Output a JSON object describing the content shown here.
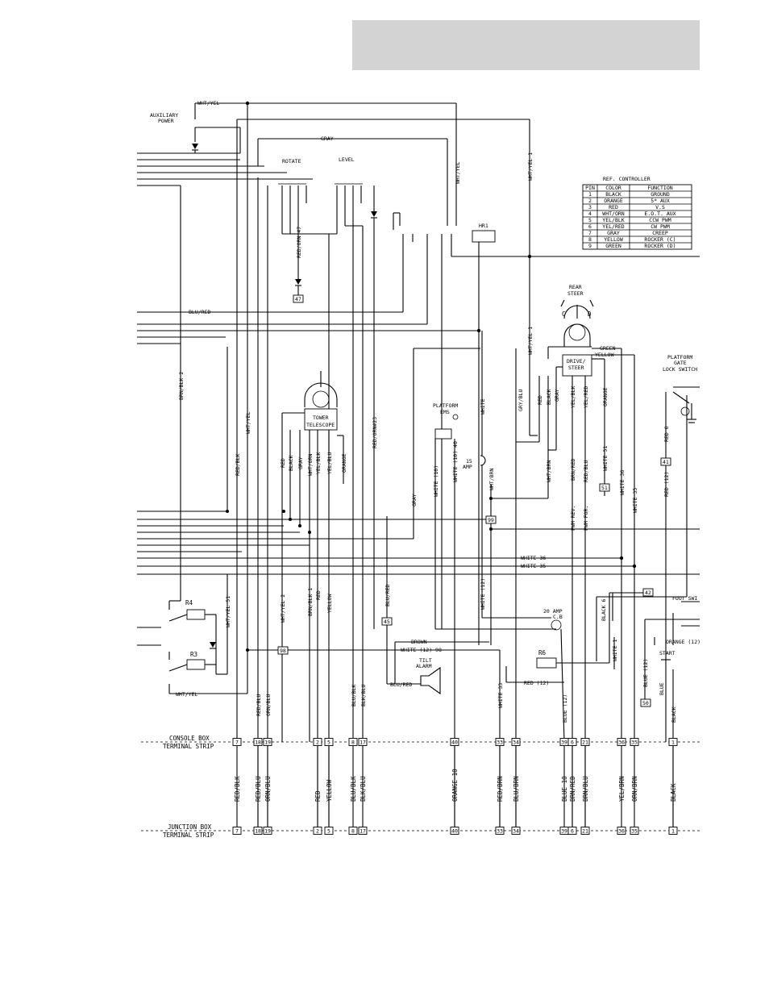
{
  "header": {
    "fill": "#d3d3d3"
  },
  "labels": {
    "aux_power": [
      "AUXILIARY",
      "POWER"
    ],
    "rotate": "ROTATE",
    "level": "LEVEL",
    "hr1": "HR1",
    "rear_steer": [
      "REAR",
      "STEER"
    ],
    "drive_steer": [
      "DRIVE/",
      "STEER"
    ],
    "tower_telescope": [
      "TOWER",
      "TELESCOPE"
    ],
    "platform_ems": [
      "PLATFORM",
      "EMS"
    ],
    "amp15": [
      "15",
      "AMP"
    ],
    "amp20": [
      "20 AMP",
      "C.B"
    ],
    "platform_gate": [
      "PLATFORM",
      "GATE",
      "LOCK SWITCH"
    ],
    "foot_switch": "FOOT SWI",
    "start": "START",
    "tilt_alarm": [
      "TILT",
      "ALARM"
    ],
    "r4": "R4",
    "r3": "R3",
    "r6": "R6",
    "console_box": [
      "CONSOLE BOX",
      "TERMINAL STRIP"
    ],
    "junction_box": [
      "JUNCTION BOX",
      "TERMINAL STRIP"
    ],
    "c": "C",
    "d": "D"
  },
  "wires": {
    "wht_yel": "WHT/YEL",
    "gray": "GRAY",
    "wht_yel_1": "WHT/YEL 1",
    "red_orn_47": "RED/ORN 47",
    "blu_red": "BLU/RED",
    "brn_blk_2": "BRN/BLK 2",
    "red_blk": "RED/BLK",
    "red_orn_23": "RED/ORN#23",
    "green": "GREEN",
    "yellow": "YELLOW",
    "gry_blu": "GRY/BLU",
    "red": "RED",
    "black": "BLACK",
    "yel_blk": "YEL/BLK",
    "yel_red": "YEL/RED",
    "orange": "ORANGE",
    "white": "WHITE",
    "white_10": "WHITE (10)",
    "white_10_40": "WHITE (10) 40",
    "wht_brn": "WHT/BRN",
    "brn_red": "BRN/RED",
    "red_blu": "RED/BLU",
    "white_51": "WHITE 51",
    "white_36": "WHITE 36",
    "white_35": "WHITE 35",
    "red_6": "RED 6",
    "red_12": "RED (12)",
    "pwm_rev": "PWM REV.",
    "pwm_for": "PWM FOR.",
    "wht_orn": "WHT/ORN",
    "yel_blu": "YEL/BLU",
    "wht_yel_51": "WHT/YEL 51",
    "wht_yel_2": "WHT/YEL 2",
    "brn_blk_1": "BRN/BLK 1",
    "white_12": "WHITE (12)",
    "black_6": "BLACK 6",
    "white_1": "WHITE 1",
    "blue_12": "BLUE (12)",
    "blue": "BLUE",
    "orange_12": "ORANGE (12)",
    "brown": "BROWN",
    "white_12_98": "WHITE (12) 98",
    "blu_red_2": "BLU/RED",
    "white_33": "WHITE 33",
    "blue_12b": "BLUE (12)",
    "red_12b": "RED (12)",
    "red_blu_b": "RED/BLU",
    "orn_blu": "ORN/BLU",
    "blu_blk": "BLU/BLK",
    "blk_blu": "BLK/BLU"
  },
  "terminals_num": {
    "t47": "47",
    "t98": "98",
    "t45": "45",
    "t99": "99",
    "t41": "41",
    "t42": "42",
    "t50": "50",
    "t51": "51"
  },
  "controller_table": {
    "title": "REF.  CONTROLLER",
    "headers": [
      "PIN",
      "COLOR",
      "FUNCTION"
    ],
    "rows": [
      [
        "1",
        "BLACK",
        "GROUND"
      ],
      [
        "2",
        "ORANGE",
        "5* AUX"
      ],
      [
        "3",
        "RED",
        "V.S"
      ],
      [
        "4",
        "WHT/ORN",
        "E.O.T. AUX"
      ],
      [
        "5",
        "YEL/BLK",
        "CCW PWM"
      ],
      [
        "6",
        "YEL/RED",
        "CW PWM"
      ],
      [
        "7",
        "GRAY",
        "CREEP"
      ],
      [
        "8",
        "YELLOW",
        "ROCKER (C)"
      ],
      [
        "9",
        "GREEN",
        "ROCKER (D)"
      ]
    ]
  },
  "terminal_strip": {
    "numbers": [
      "7",
      "18",
      "19",
      "2",
      "5",
      "8",
      "17",
      "40",
      "33",
      "34",
      "39",
      "6",
      "21",
      "36",
      "35",
      "1"
    ],
    "colors": [
      "RED/BLK",
      "RED/BLU",
      "ORN/BLU",
      "RED",
      "YELLOW",
      "BLU/BLK",
      "BLK/BLU",
      "ORANGE 10",
      "RED/BRN",
      "BLU/BRN",
      "BLUE 10",
      "BRN/RED",
      "BRN/BLU",
      "YEL/BRN",
      "ORN/BRN",
      "BLACK"
    ]
  }
}
